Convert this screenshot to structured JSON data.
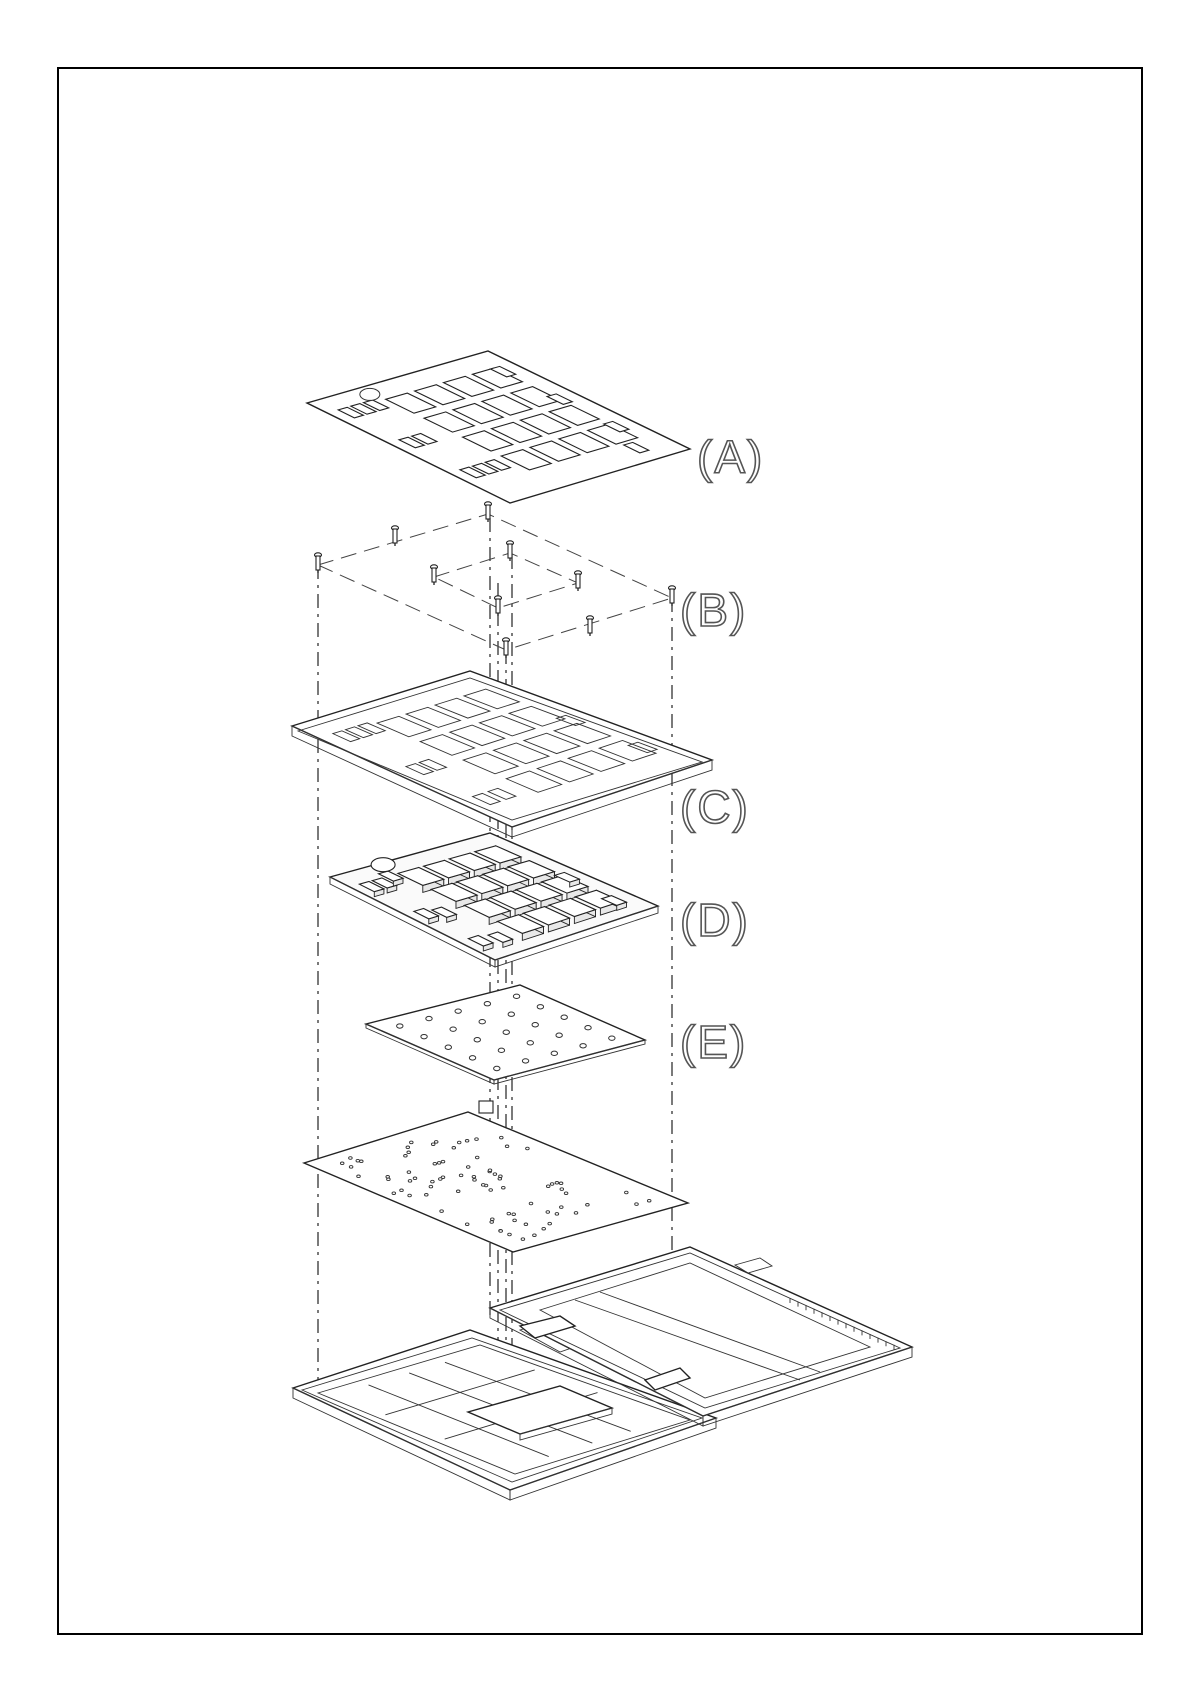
{
  "labels": {
    "a": "(A)",
    "b": "(B)",
    "c": "(C)",
    "d": "(D)",
    "e": "(E)"
  },
  "colors": {
    "line": "#222222",
    "border": "#000000",
    "background": "#ffffff"
  }
}
